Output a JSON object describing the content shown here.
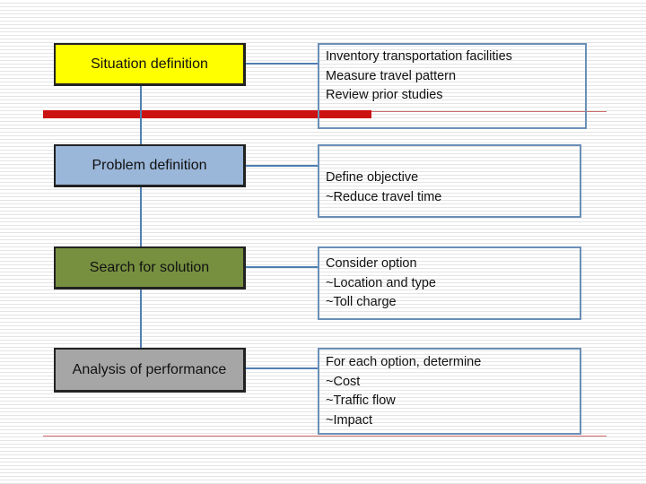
{
  "stages": [
    {
      "label": "Situation definition",
      "color": "#ffff00"
    },
    {
      "label": "Problem definition",
      "color": "#9ab6d9"
    },
    {
      "label": "Search for solution",
      "color": "#779040"
    },
    {
      "label": "Analysis of performance",
      "color": "#a6a6a6"
    }
  ],
  "details": [
    {
      "lines": [
        "Inventory transportation facilities",
        "Measure travel pattern",
        "Review prior studies"
      ]
    },
    {
      "lines": [
        "Define objective",
        "~Reduce travel time"
      ]
    },
    {
      "lines": [
        "Consider option",
        "~Location and type",
        "~Toll charge"
      ]
    },
    {
      "lines": [
        "For each option, determine",
        "~Cost",
        "~Traffic flow",
        "~Impact"
      ]
    }
  ],
  "colors": {
    "accent_bar": "#cc1111",
    "connector": "#4f7fb2",
    "detail_border": "#6a8fb6"
  }
}
